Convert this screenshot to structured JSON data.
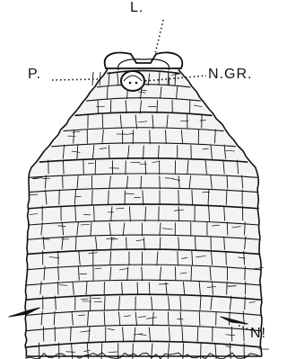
{
  "labels": {
    "L": "L.",
    "P": "P.",
    "NGR": "N.GR.",
    "N1": "N!"
  },
  "colors": {
    "ink": "#111111",
    "paper": "#ffffff",
    "fill": "#f3f3f3"
  }
}
